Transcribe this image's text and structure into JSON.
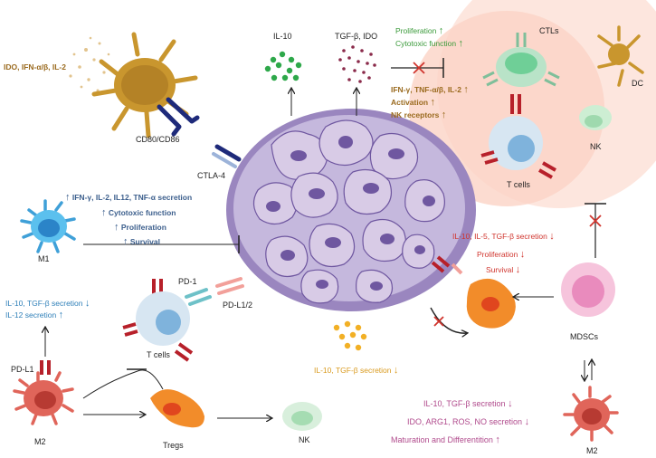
{
  "colors": {
    "tumor": "#a998c8",
    "tumor_dark": "#6f57a0",
    "dc": "#c9962e",
    "m1": "#4aaee0",
    "m2": "#e0655a",
    "mdsc": "#f2a3c8",
    "treg": "#f28c2a",
    "tcell": "#c9dcea",
    "nk": "#bfe3c4",
    "ctl": "#9fd9b4",
    "immune_zone": "#fbd9cf"
  },
  "labels": {
    "dc_secretion": "IDO, IFN-α/β, IL-2",
    "cd80": "CD80/CD86",
    "ctla4": "CTLA-4",
    "il10": "IL-10",
    "tgf_ido": "TGF-β, IDO",
    "proliferation_top": "Proliferation",
    "cytotoxic_top": "Cytotoxic function",
    "ifn_tnf": "IFN-γ, TNF-α/β, IL-2",
    "activation": "Activation",
    "nk_receptors": "NK receptors",
    "ctls": "CTLs",
    "dc": "DC",
    "nk_top": "NK",
    "t_cells_top": "T cells",
    "m1_secretion": "IFN-γ, IL-2, IL12, TNF-α secretion",
    "m1_cytotoxic": "Cytotoxic function",
    "m1_proliferation": "Proliferation",
    "m1_survival": "Survival",
    "m1": "M1",
    "pd1": "PD-1",
    "pdl12": "PD-L1/2",
    "m2_il10_tgf": "IL-10, TGF-β secretion",
    "m2_il12": "IL-12 secretion",
    "t_cells_mid": "T cells",
    "pdl1": "PD-L1",
    "m2_left": "M2",
    "tregs": "Tregs",
    "nk_bottom": "NK",
    "treg_secretion": "IL-10, TGF-β secretion",
    "mdsc_secretion": "IL-10, IL-5, TGF-β secretion",
    "mdsc_proliferation": "Proliferation",
    "mdsc_survival": "Survival",
    "mdscs": "MDSCs",
    "m2r_secretion": "IL-10, TGF-β secretion",
    "m2r_ido": "IDO, ARG1, ROS, NO secretion",
    "m2r_maturation": "Maturation and Differentition",
    "m2_right": "M2"
  }
}
